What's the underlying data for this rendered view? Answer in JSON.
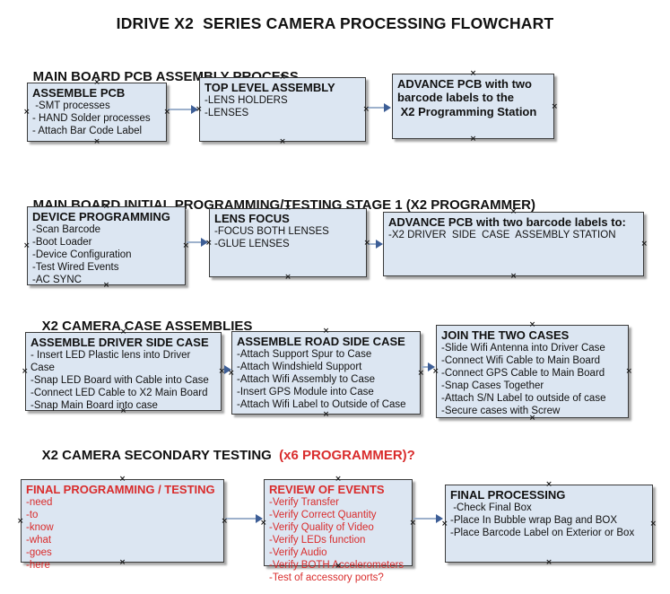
{
  "title": "IDRIVE X2  SERIES CAMERA PROCESSING FLOWCHART",
  "glyphs": {
    "anchor": "×"
  },
  "colors": {
    "red": "#D92C2C",
    "box_fill": "#DCE6F2",
    "box_border": "#3A3A3A",
    "shadow": "#A8A8A8",
    "arrow_line": "#9DB1CC",
    "arrow_head": "#3D5E96"
  },
  "sections": [
    {
      "heading": "MAIN BOARD PCB ASSEMBLY PROCESS",
      "boxes": [
        {
          "title": "ASSEMBLE PCB",
          "items": [
            " -SMT processes",
            "- HAND Solder processes",
            "- Attach Bar Code Label"
          ]
        },
        {
          "title": "TOP LEVEL ASSEMBLY",
          "items": [
            "-LENS HOLDERS",
            "-LENSES"
          ]
        },
        {
          "title": "ADVANCE PCB with two barcode labels to the\n X2 Programming Station",
          "items": []
        }
      ]
    },
    {
      "heading": "MAIN BOARD INITIAL PROGRAMMING/TESTING STAGE 1 (X2 PROGRAMMER)",
      "boxes": [
        {
          "title": "DEVICE PROGRAMMING",
          "items": [
            "-Scan Barcode",
            "-Boot Loader",
            "-Device Configuration",
            "-Test Wired Events",
            "-AC SYNC"
          ]
        },
        {
          "title": "LENS FOCUS",
          "items": [
            "-FOCUS BOTH LENSES",
            "-GLUE LENSES"
          ]
        },
        {
          "title": "ADVANCE PCB with two barcode labels to:",
          "items": [
            "-X2 DRIVER  SIDE  CASE  ASSEMBLY STATION"
          ]
        }
      ]
    },
    {
      "heading": "X2 CAMERA CASE ASSEMBLIES",
      "boxes": [
        {
          "title": "ASSEMBLE DRIVER SIDE CASE",
          "items": [
            "- Insert LED Plastic lens into Driver Case",
            "-Snap LED Board with Cable into Case",
            "-Connect LED Cable to X2 Main Board",
            "-Snap Main Board into case"
          ]
        },
        {
          "title": "ASSEMBLE ROAD SIDE CASE",
          "items": [
            "-Attach Support Spur to Case",
            "-Attach Windshield Support",
            "-Attach Wifi Assembly to Case",
            "-Insert GPS Module into Case",
            "-Attach Wifi Label to Outside of Case"
          ]
        },
        {
          "title": "JOIN THE TWO CASES",
          "items": [
            "-Slide Wifi Antenna into Driver Case",
            "-Connect Wifi Cable to Main Board",
            "-Connect GPS Cable to Main Board",
            "-Snap Cases Together",
            "-Attach S/N Label to outside of case",
            "-Secure cases with Screw"
          ]
        }
      ]
    },
    {
      "heading": "X2 CAMERA SECONDARY TESTING ",
      "heading_red": " (x6 PROGRAMMER)?",
      "boxes": [
        {
          "title": "FINAL PROGRAMMING / TESTING",
          "items": [
            "-need",
            "-to",
            "-know",
            "-what",
            "-goes",
            "-here"
          ]
        },
        {
          "title": "REVIEW OF EVENTS",
          "items": [
            "-Verify Transfer",
            "-Verify Correct Quantity",
            "-Verify Quality of Video",
            "-Verify LEDs function",
            "-Verify Audio",
            "-Verify BOTH Accelerometers",
            "-Test of accessory ports?"
          ]
        },
        {
          "title": "FINAL PROCESSING",
          "items": [
            " -Check Final Box",
            "-Place In Bubble wrap Bag and BOX",
            "-Place Barcode Label on Exterior or Box"
          ]
        }
      ]
    }
  ]
}
